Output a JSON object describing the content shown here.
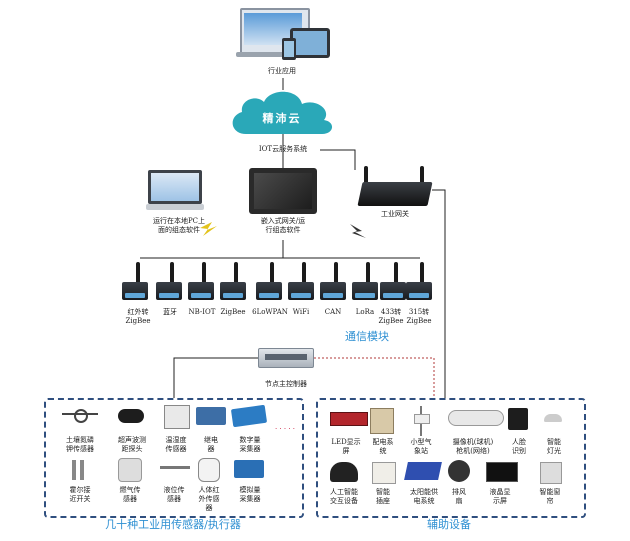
{
  "top": {
    "app_label": "行业应用",
    "cloud_label": "精沛云",
    "cloud_service_label": "IOT云服务系统"
  },
  "middle": {
    "pc_label": "运行在本地PC上\n面的组态软件",
    "gateway_label": "嵌入式网关/运\n行组态软件",
    "industrial_gateway_label": "工业网关"
  },
  "modules": {
    "items": [
      {
        "label": "红外转\nZigBee"
      },
      {
        "label": "蓝牙"
      },
      {
        "label": "NB-IOT"
      },
      {
        "label": "ZigBee"
      },
      {
        "label": "6LoWPAN"
      },
      {
        "label": "WiFi"
      },
      {
        "label": "CAN"
      },
      {
        "label": "LoRa"
      },
      {
        "label": "433转\nZigBee"
      },
      {
        "label": "315转\nZigBee"
      }
    ],
    "title": "通信模块"
  },
  "controller": {
    "label": "节点主控制器"
  },
  "sensors": {
    "title": "几十种工业用传感器/执行器",
    "row1": [
      {
        "label": "土壤氮磷\n钾传感器"
      },
      {
        "label": "超声波测\n距探头"
      },
      {
        "label": "温湿度\n传感器"
      },
      {
        "label": "继电\n器"
      },
      {
        "label": "数字量\n采集器"
      }
    ],
    "row2": [
      {
        "label": "霍尔接\n近开关"
      },
      {
        "label": "燃气传\n感器"
      },
      {
        "label": "液位传\n感器"
      },
      {
        "label": "人体红\n外传感\n器"
      },
      {
        "label": "模拟量\n采集器"
      }
    ],
    "ellipsis": "· · · · ·"
  },
  "aux": {
    "title": "辅助设备",
    "row1": [
      {
        "label": "LED显示\n屏"
      },
      {
        "label": "配电系\n统"
      },
      {
        "label": "小型气\n象站"
      },
      {
        "label": "摄像机(球机)\n枪机(网络)"
      },
      {
        "label": "人脸\n识别"
      },
      {
        "label": "智能\n灯光"
      }
    ],
    "row2": [
      {
        "label": "人工智能\n交互设备"
      },
      {
        "label": "智能\n插座"
      },
      {
        "label": "太阳能供\n电系统"
      },
      {
        "label": "排风\n扇"
      },
      {
        "label": "液晶显\n示屏"
      },
      {
        "label": "智能窗\n帘"
      }
    ]
  }
}
